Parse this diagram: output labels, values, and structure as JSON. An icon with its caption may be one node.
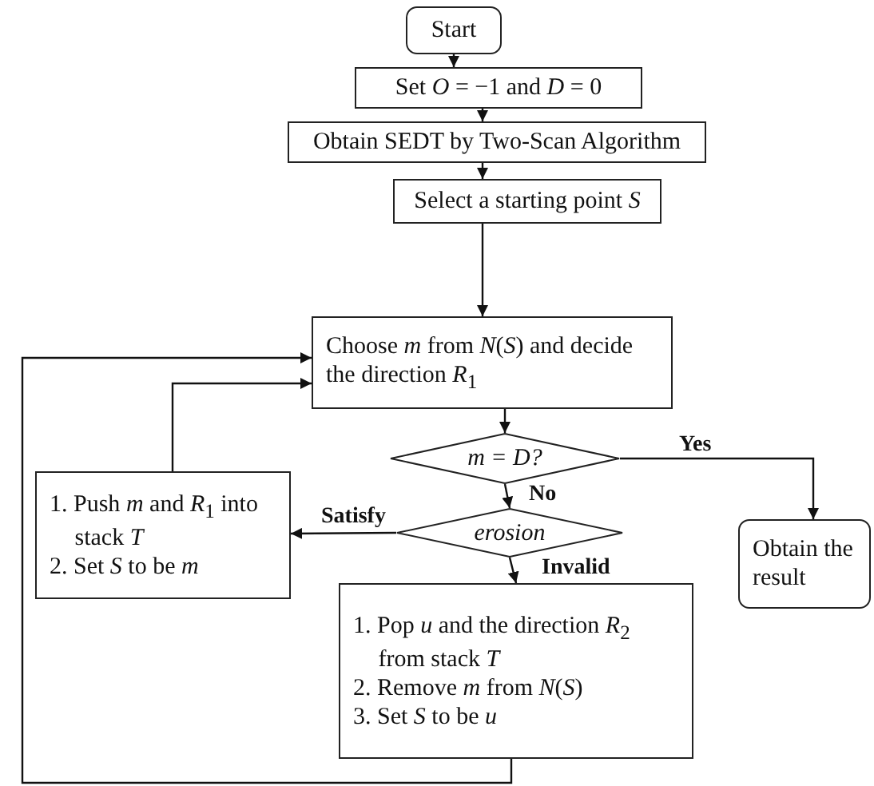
{
  "diagram": {
    "nodes": [
      {
        "text": [
          "Start"
        ]
      },
      {
        "text": [
          "Set *O* = −1 and *D* = 0"
        ]
      },
      {
        "text": [
          "Obtain SEDT by Two-Scan Algorithm"
        ]
      },
      {
        "text": [
          "Select a starting point *S*"
        ]
      },
      {
        "text": [
          "Choose *m* from *N*(*S*) and decide the direction *R*$_{1}$"
        ]
      },
      {
        "text": [
          "m = D?"
        ]
      },
      {
        "text": [
          "Obtain the result"
        ]
      },
      {
        "text": [
          "1. Push *m* and *R*$_{1}$ into stack *T*",
          "2. Set *S* to be *m*"
        ]
      },
      {
        "text": [
          "erosion"
        ]
      },
      {
        "text": [
          "1. Pop *u* and the direction *R*$_{2}$ from stack *T*",
          "2. Remove *m* from *N*(*S*)",
          "3. Set *S* to be *u*"
        ]
      }
    ],
    "edges": [
      {
        "from": 0,
        "to": 1,
        "arrow": "to"
      },
      {
        "from": 1,
        "to": 2,
        "arrow": "to"
      },
      {
        "from": 2,
        "to": 3,
        "arrow": "to"
      },
      {
        "from": 3,
        "to": 4,
        "arrow": "to"
      },
      {
        "from": 4,
        "to": 5,
        "arrow": "to"
      },
      {
        "from": 5,
        "to": 6,
        "arrow": "to",
        "label": "Yes"
      },
      {
        "from": 5,
        "to": 8,
        "arrow": "to",
        "label": "No"
      },
      {
        "from": 8,
        "to": 7,
        "arrow": "to",
        "label": "Satisfy"
      },
      {
        "from": 8,
        "to": 9,
        "arrow": "to",
        "label": "Invalid"
      },
      {
        "from": 7,
        "to": 4,
        "arrow": "to"
      },
      {
        "from": 9,
        "to": 4,
        "arrow": "to"
      }
    ]
  }
}
